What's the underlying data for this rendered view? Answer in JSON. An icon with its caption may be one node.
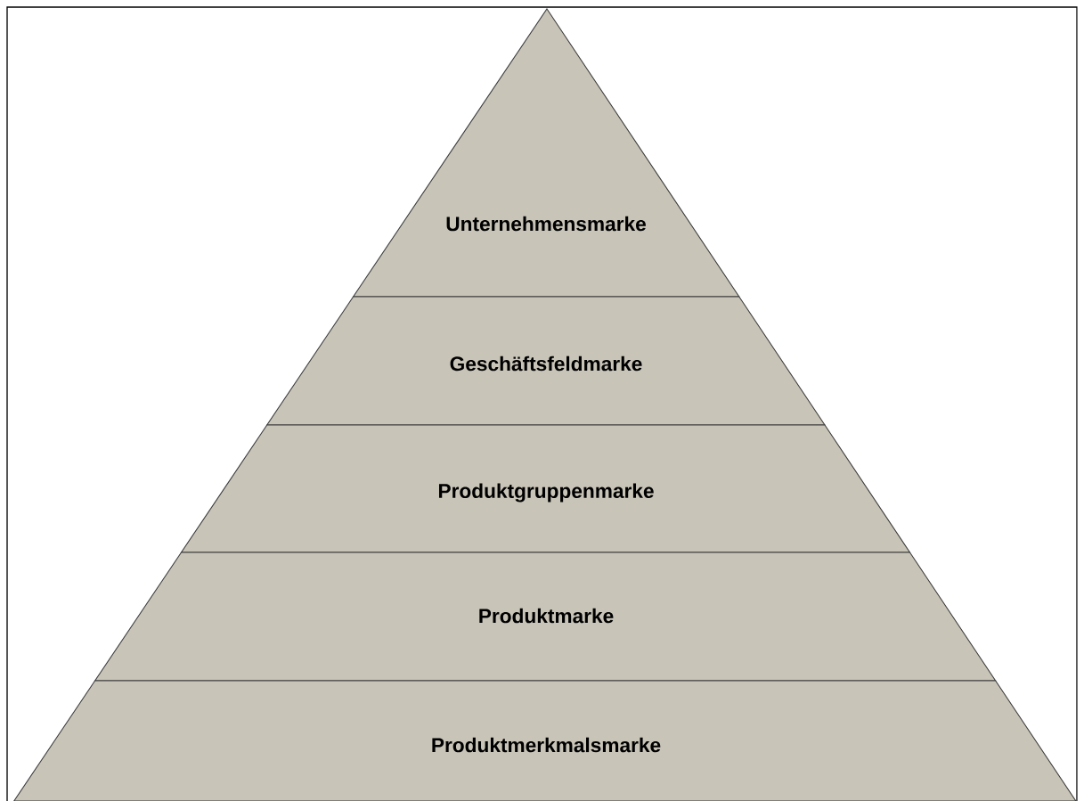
{
  "diagram": {
    "nodes": [
      {
        "text": [
          "Unternehmensmarke"
        ]
      },
      {
        "text": [
          "Geschäftsfeldmarke"
        ]
      },
      {
        "text": [
          "Produktgruppenmarke"
        ]
      },
      {
        "text": [
          "Produktmarke"
        ]
      },
      {
        "text": [
          "Produktmerkmalsmarke"
        ]
      }
    ]
  }
}
